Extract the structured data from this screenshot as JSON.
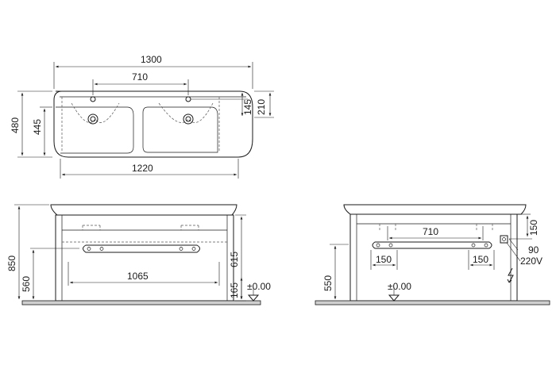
{
  "top_view": {
    "dims": {
      "overall_width": "1300",
      "tap_spacing": "710",
      "overall_depth": "480",
      "inner_depth": "445",
      "tap_offset_145": "145",
      "tap_offset_210": "210",
      "bowl_span": "1220"
    }
  },
  "front_view": {
    "dims": {
      "total_height": "850",
      "rail_height": "560",
      "unit_height": "615",
      "drawer_width": "1065",
      "plinth": "165",
      "floor_level": "±0.00"
    }
  },
  "side_view": {
    "dims": {
      "tap_spacing": "710",
      "left_150": "150",
      "right_150": "150",
      "offset_150": "150",
      "offset_90": "90",
      "voltage": "220V",
      "height_550": "550",
      "floor_level": "±0.00"
    }
  },
  "icons": [
    "arrow-head",
    "level-triangle",
    "electric-bolt-icon"
  ]
}
